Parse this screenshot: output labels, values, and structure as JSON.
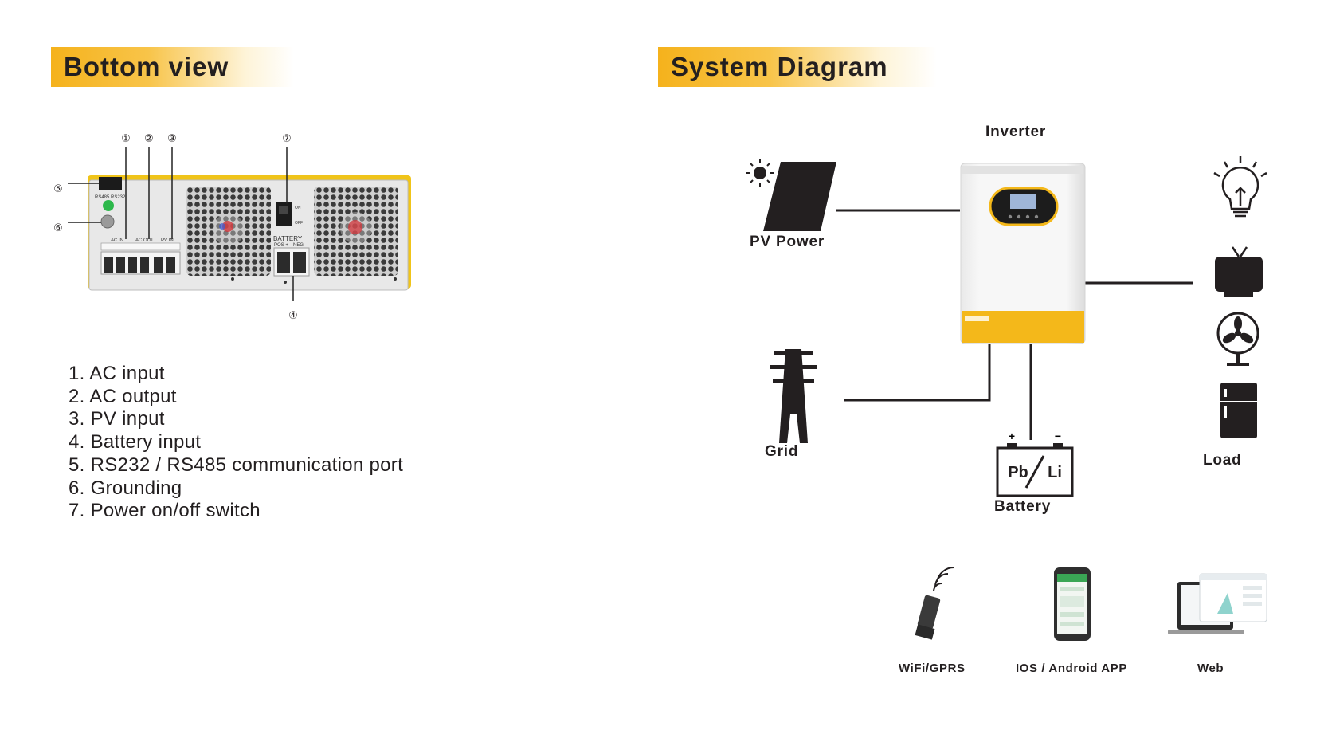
{
  "left": {
    "title": "Bottom view",
    "callouts": [
      "①",
      "②",
      "③",
      "④",
      "⑤",
      "⑥",
      "⑦"
    ],
    "panel_text": {
      "comm_port": "RS485 RS232",
      "ac_in": "AC IN",
      "ac_out": "AC OUT",
      "pv_in": "PV IN",
      "battery": "BATTERY",
      "pos": "POS +",
      "neg": "NEG -",
      "on": "ON",
      "off": "OFF"
    },
    "legend": [
      "1. AC input",
      "2. AC output",
      "3. PV input",
      "4. Battery input",
      "5. RS232 / RS485 communication port",
      "6. Grounding",
      "7. Power on/off switch"
    ]
  },
  "right": {
    "title": "System Diagram",
    "labels": {
      "inverter": "Inverter",
      "pv_power": "PV Power",
      "grid": "Grid",
      "battery": "Battery",
      "load": "Load",
      "battery_pb": "Pb",
      "battery_li": "Li"
    },
    "monitoring": [
      "WiFi/GPRS",
      "IOS / Android APP",
      "Web"
    ]
  },
  "colors": {
    "accent": "#f5b21c",
    "dark": "#231f20",
    "green": "#2db84b"
  }
}
